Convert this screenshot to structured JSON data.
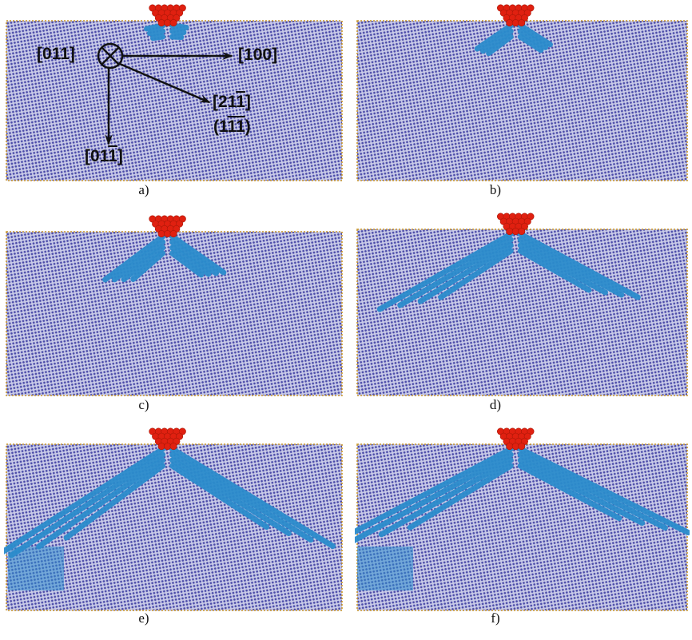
{
  "figure": {
    "panels": [
      {
        "label": "a)",
        "stage": 1
      },
      {
        "label": "b)",
        "stage": 2
      },
      {
        "label": "c)",
        "stage": 3
      },
      {
        "label": "d)",
        "stage": 4
      },
      {
        "label": "e)",
        "stage": 5
      },
      {
        "label": "f)",
        "stage": 6
      }
    ],
    "orientation": {
      "out_of_plane": "[011]",
      "x_dir": "[100]",
      "diag_dir": "[211]",
      "diag_overbar_index": 3,
      "slip_plane": "(111)",
      "slip_overbar_indices": [
        2,
        3
      ],
      "down_dir": "[011]",
      "down_overbar_index": 3
    },
    "colors": {
      "lattice": "#4a4aa8",
      "lattice_bg": "#c9cbe8",
      "surface": "#c8962a",
      "defect": "#2b8ccc",
      "indenter": "#e02010"
    }
  }
}
